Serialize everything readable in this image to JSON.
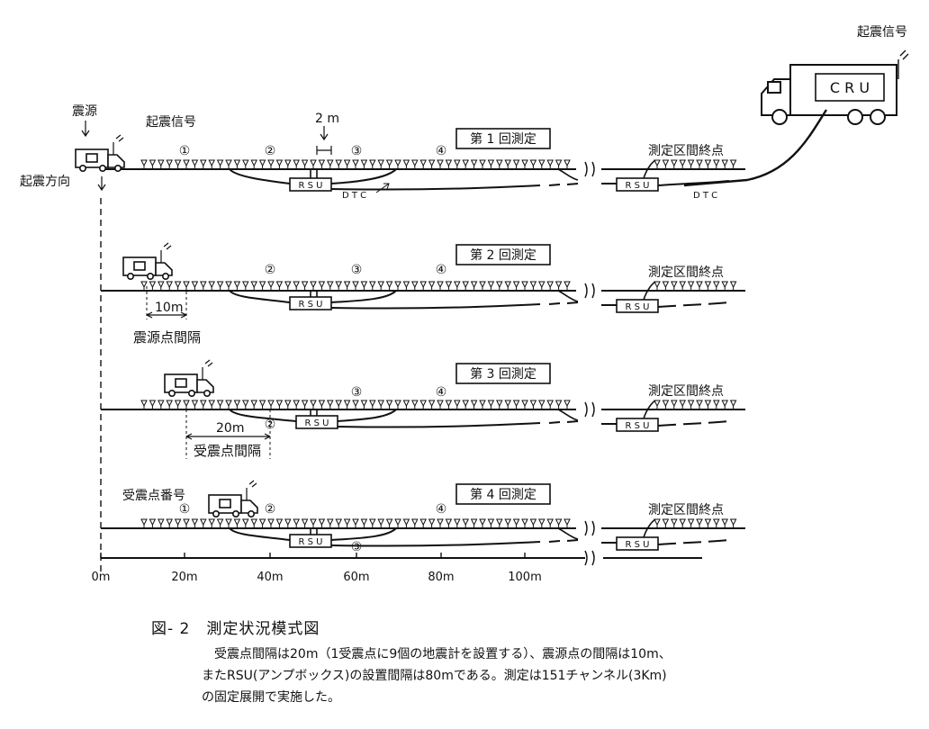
{
  "top_right_label": "起震信号",
  "cru_label": "C R U",
  "source_label": "震源",
  "source_signal_label": "起震信号",
  "direction_label": "起震方向",
  "spacing_2m": "2 m",
  "rsu_label": "R S U",
  "dtc_label": "D T C",
  "end_point_label": "測定区間終点",
  "rows": [
    {
      "title": "第 1 回測定"
    },
    {
      "title": "第 2 回測定"
    },
    {
      "title": "第 3 回測定"
    },
    {
      "title": "第 4 回測定"
    }
  ],
  "markers": {
    "m1": "①",
    "m2": "②",
    "m3": "③",
    "m4": "④"
  },
  "dim_10m": "10m",
  "shot_interval_label": "震源点間隔",
  "dim_20m": "20m",
  "receiver_interval_label": "受震点間隔",
  "receiver_number_label": "受震点番号",
  "axis_ticks": [
    "0m",
    "20m",
    "40m",
    "60m",
    "80m",
    "100m"
  ],
  "caption": {
    "number": "図- 2",
    "title": "測定状況模式図",
    "line1": "受震点間隔は20m（1受震点に9個の地震計を設置する）、震源点の間隔は10m、",
    "line2": "またRSU(アンプボックス)の設置間隔は80mである。測定は151チャンネル(3Km)",
    "line3": "の固定展開で実施した。"
  }
}
